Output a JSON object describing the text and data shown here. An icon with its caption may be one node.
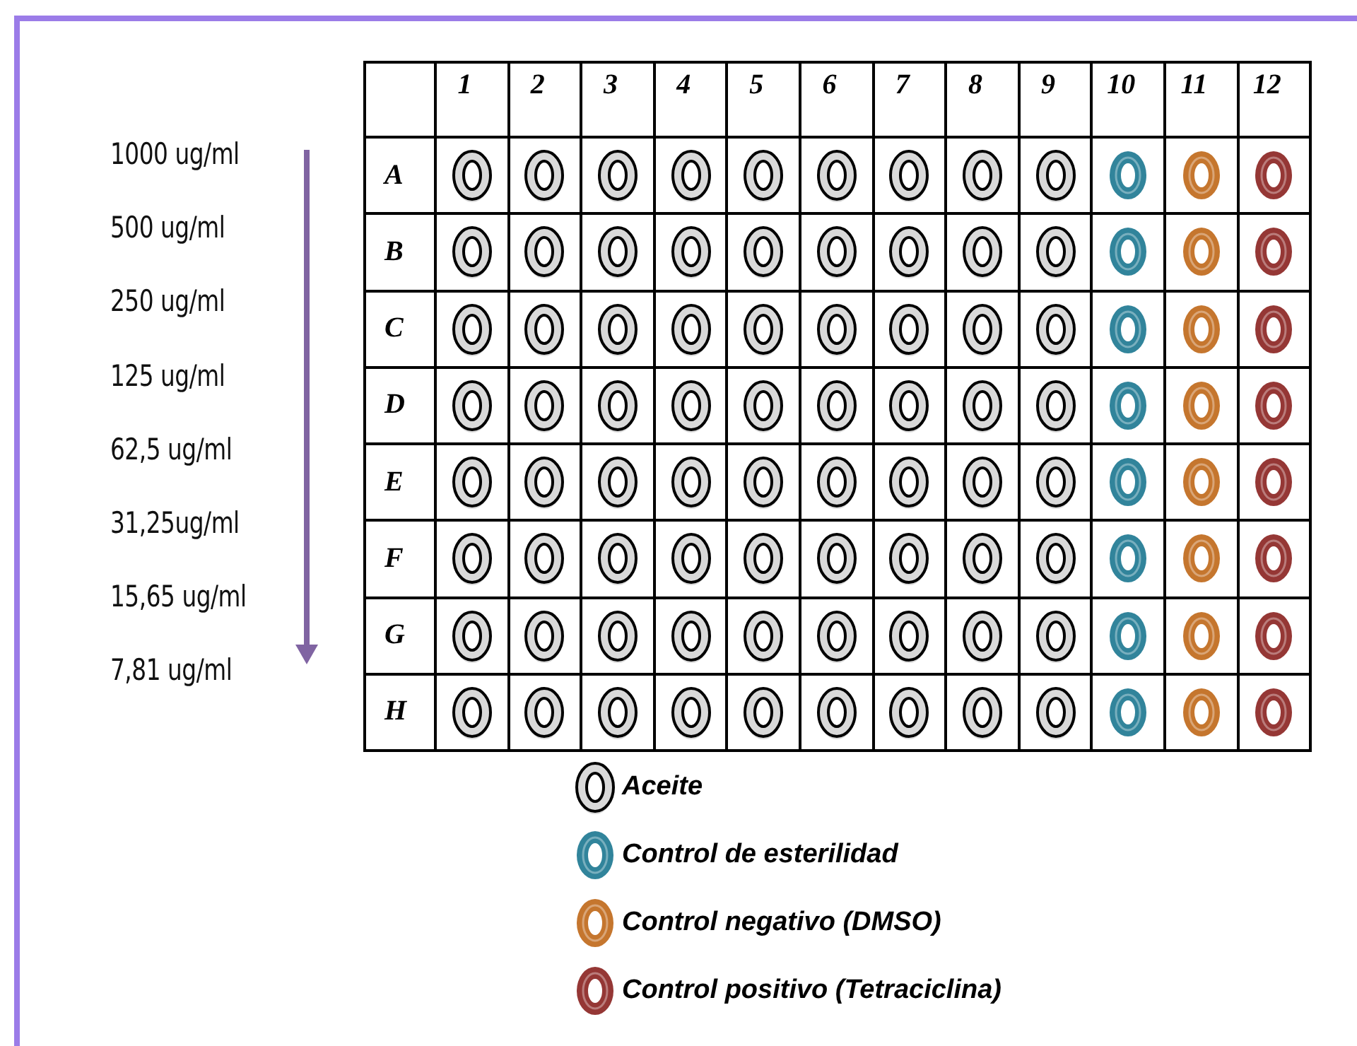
{
  "diagram": {
    "labels": [
      "1000 ug/ml",
      "500 ug/ml",
      "250 ug/ml",
      "125 ug/ml",
      "62,5 ug/ml",
      "31,25ug/ml",
      "15,65 ug/ml",
      "7,81 ug/ml",
      "1",
      "2",
      "3",
      "4",
      "5",
      "6",
      "7",
      "8",
      "9",
      "10",
      "11",
      "12",
      "A",
      "B",
      "C",
      "D",
      "E",
      "F",
      "G",
      "H"
    ],
    "legend": [
      {
        "text": "Aceite",
        "color": "#d9d9d9"
      },
      {
        "text": "Control de esterilidad",
        "color": "#31849b"
      },
      {
        "text": "Control negativo (DMSO)",
        "color": "#c5762e"
      },
      {
        "text": "Control positivo (Tetraciclina)",
        "color": "#953735"
      }
    ]
  }
}
